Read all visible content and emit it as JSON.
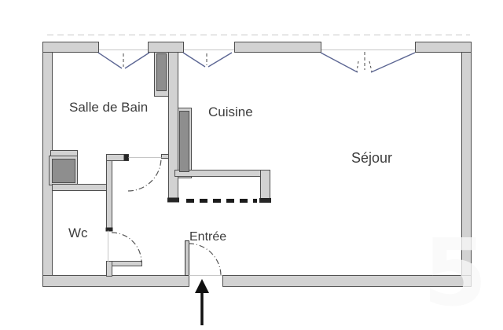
{
  "plan": {
    "type": "apartment-floor-plan",
    "rooms": {
      "salle_de_bain": "Salle de Bain",
      "cuisine": "Cuisine",
      "sejour": "Séjour",
      "wc": "Wc",
      "entree": "Entrée"
    },
    "windows": [
      "salle-de-bain-window",
      "cuisine-window",
      "sejour-double-window"
    ],
    "doors": [
      "salle-de-bain-door",
      "wc-door",
      "entrance-door"
    ],
    "entrance_indicator": "up-arrow",
    "watermark_glyph": "5",
    "colors": {
      "background": "#ffffff",
      "wall_fill": "#d2d2d2",
      "wall_stroke": "#4f4f4f",
      "duct_fill": "#8e8e8e",
      "cap_fill": "#262626",
      "window_line": "#5d6794",
      "door_arc": "#555555",
      "thin_line": "#c8c8c8",
      "label_text": "#3d3d3d",
      "arrow": "#111111"
    }
  }
}
